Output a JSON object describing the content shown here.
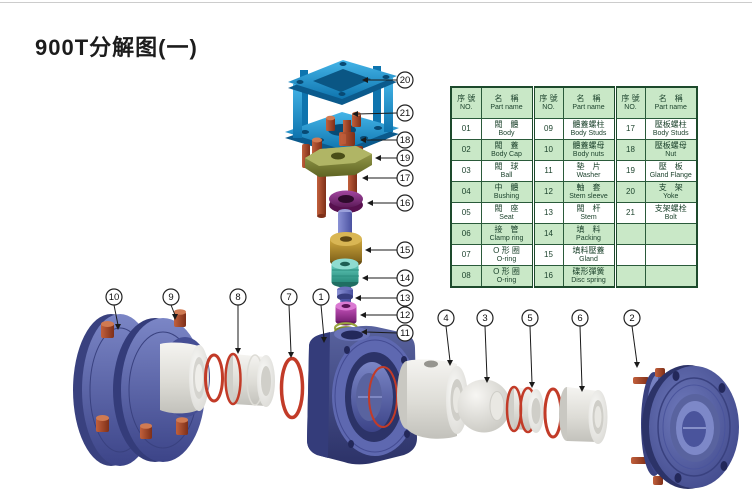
{
  "title": "900T分解图(一)",
  "table": {
    "header": {
      "no_zh": "序 號",
      "no_en": "NO.",
      "name_zh": "名　稱",
      "name_en": "Part name"
    },
    "groups": [
      {
        "rows": [
          {
            "no": "01",
            "zh": "閥　體",
            "en": "Body"
          },
          {
            "no": "02",
            "zh": "閥　蓋",
            "en": "Body Cap"
          },
          {
            "no": "03",
            "zh": "閥　球",
            "en": "Ball"
          },
          {
            "no": "04",
            "zh": "中　體",
            "en": "Bushing"
          },
          {
            "no": "05",
            "zh": "閥　座",
            "en": "Seat"
          },
          {
            "no": "06",
            "zh": "接　管",
            "en": "Clamp ring"
          },
          {
            "no": "07",
            "zh": "O 形 圈",
            "en": "O-ring"
          },
          {
            "no": "08",
            "zh": "O 形 圈",
            "en": "O-ring"
          }
        ]
      },
      {
        "rows": [
          {
            "no": "09",
            "zh": "體蓋螺柱",
            "en": "Body Studs"
          },
          {
            "no": "10",
            "zh": "體蓋螺母",
            "en": "Body nuts"
          },
          {
            "no": "11",
            "zh": "墊　片",
            "en": "Washer"
          },
          {
            "no": "12",
            "zh": "軸　套",
            "en": "Stem sleeve"
          },
          {
            "no": "13",
            "zh": "閥　杆",
            "en": "Stem"
          },
          {
            "no": "14",
            "zh": "填　料",
            "en": "Packing"
          },
          {
            "no": "15",
            "zh": "填料壓蓋",
            "en": "Gland"
          },
          {
            "no": "16",
            "zh": "碟形彈簧",
            "en": "Disc spring"
          }
        ]
      },
      {
        "rows": [
          {
            "no": "17",
            "zh": "壓板螺柱",
            "en": "Body Studs"
          },
          {
            "no": "18",
            "zh": "壓板螺母",
            "en": "Nut"
          },
          {
            "no": "19",
            "zh": "壓　板",
            "en": "Gland Flange"
          },
          {
            "no": "20",
            "zh": "支　架",
            "en": "Yoke"
          },
          {
            "no": "21",
            "zh": "支架螺栓",
            "en": "Bolt"
          },
          {
            "no": "",
            "zh": "",
            "en": ""
          },
          {
            "no": "",
            "zh": "",
            "en": ""
          },
          {
            "no": "",
            "zh": "",
            "en": ""
          }
        ]
      }
    ]
  },
  "callouts": {
    "labels": [
      "20",
      "21",
      "18",
      "19",
      "17",
      "16",
      "15",
      "14",
      "13",
      "12",
      "11",
      "10",
      "9",
      "8",
      "7",
      "1",
      "4",
      "3",
      "5",
      "6",
      "2"
    ]
  },
  "colors": {
    "table_green": "#c9e8c7",
    "table_line": "#1d4a2c",
    "part_blue": "#4a549c",
    "yoke_blue": "#2196d3",
    "stud_red": "#b04a30",
    "oring_red": "#c23b28",
    "ceramic_white": "#efeeea",
    "gland_gold": "#cfa83e",
    "packing_teal": "#63cabb",
    "sleeve_magenta": "#c653bc",
    "spring_purple": "#a246a0",
    "flange_olive": "#a3a855"
  }
}
